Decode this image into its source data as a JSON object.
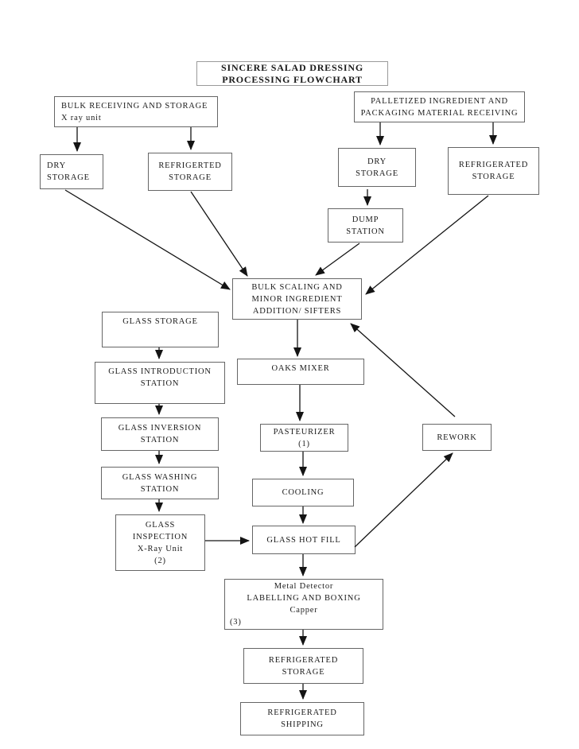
{
  "title": {
    "line1": "SINCERE SALAD DRESSING",
    "line2": "PROCESSING FLOWCHART"
  },
  "nodes": {
    "bulk_receiving": {
      "line1": "BULK RECEIVING AND STORAGE",
      "line2": "X ray unit"
    },
    "palletized_receiving": {
      "line1": "PALLETIZED INGREDIENT AND",
      "line2": "PACKAGING MATERIAL RECEIVING"
    },
    "dry_storage_left": {
      "line1": "DRY",
      "line2": "STORAGE"
    },
    "refrigerted_storage": {
      "line1": "REFRIGERTED",
      "line2": "STORAGE"
    },
    "dry_storage_right": {
      "line1": "DRY",
      "line2": "STORAGE"
    },
    "refrigerated_storage_right": {
      "line1": "REFRIGERATED",
      "line2": "STORAGE"
    },
    "dump_station": {
      "line1": "DUMP",
      "line2": "STATION"
    },
    "bulk_scaling": {
      "line1": "BULK SCALING AND",
      "line2": "MINOR INGREDIENT",
      "line3": "ADDITION/ SIFTERS"
    },
    "glass_storage": {
      "line1": "GLASS STORAGE"
    },
    "glass_introduction": {
      "line1": "GLASS INTRODUCTION",
      "line2": "STATION"
    },
    "oaks_mixer": {
      "line1": "OAKS MIXER"
    },
    "glass_inversion": {
      "line1": "GLASS INVERSION",
      "line2": "STATION"
    },
    "glass_washing": {
      "line1": "GLASS WASHING",
      "line2": "STATION"
    },
    "pasteurizer": {
      "line1": "PASTEURIZER",
      "line2": "(1)"
    },
    "rework": {
      "line1": "REWORK"
    },
    "cooling": {
      "line1": "COOLING"
    },
    "glass_inspection": {
      "line1": "GLASS",
      "line2": "INSPECTION",
      "line3": "X-Ray Unit",
      "line4": "(2)"
    },
    "glass_hot_fill": {
      "line1": "GLASS HOT FILL"
    },
    "labelling_boxing": {
      "line1": "Metal Detector",
      "line2": "LABELLING AND BOXING",
      "line3": "Capper",
      "line4": "(3)"
    },
    "refrigerated_storage_bottom": {
      "line1": "REFRIGERATED",
      "line2": "STORAGE"
    },
    "refrigerated_shipping": {
      "line1": "REFRIGERATED",
      "line2": "SHIPPING"
    }
  },
  "colors": {
    "background": "#ffffff",
    "box_border": "#666666",
    "text": "#1a1a1a",
    "arrow": "#141414"
  }
}
